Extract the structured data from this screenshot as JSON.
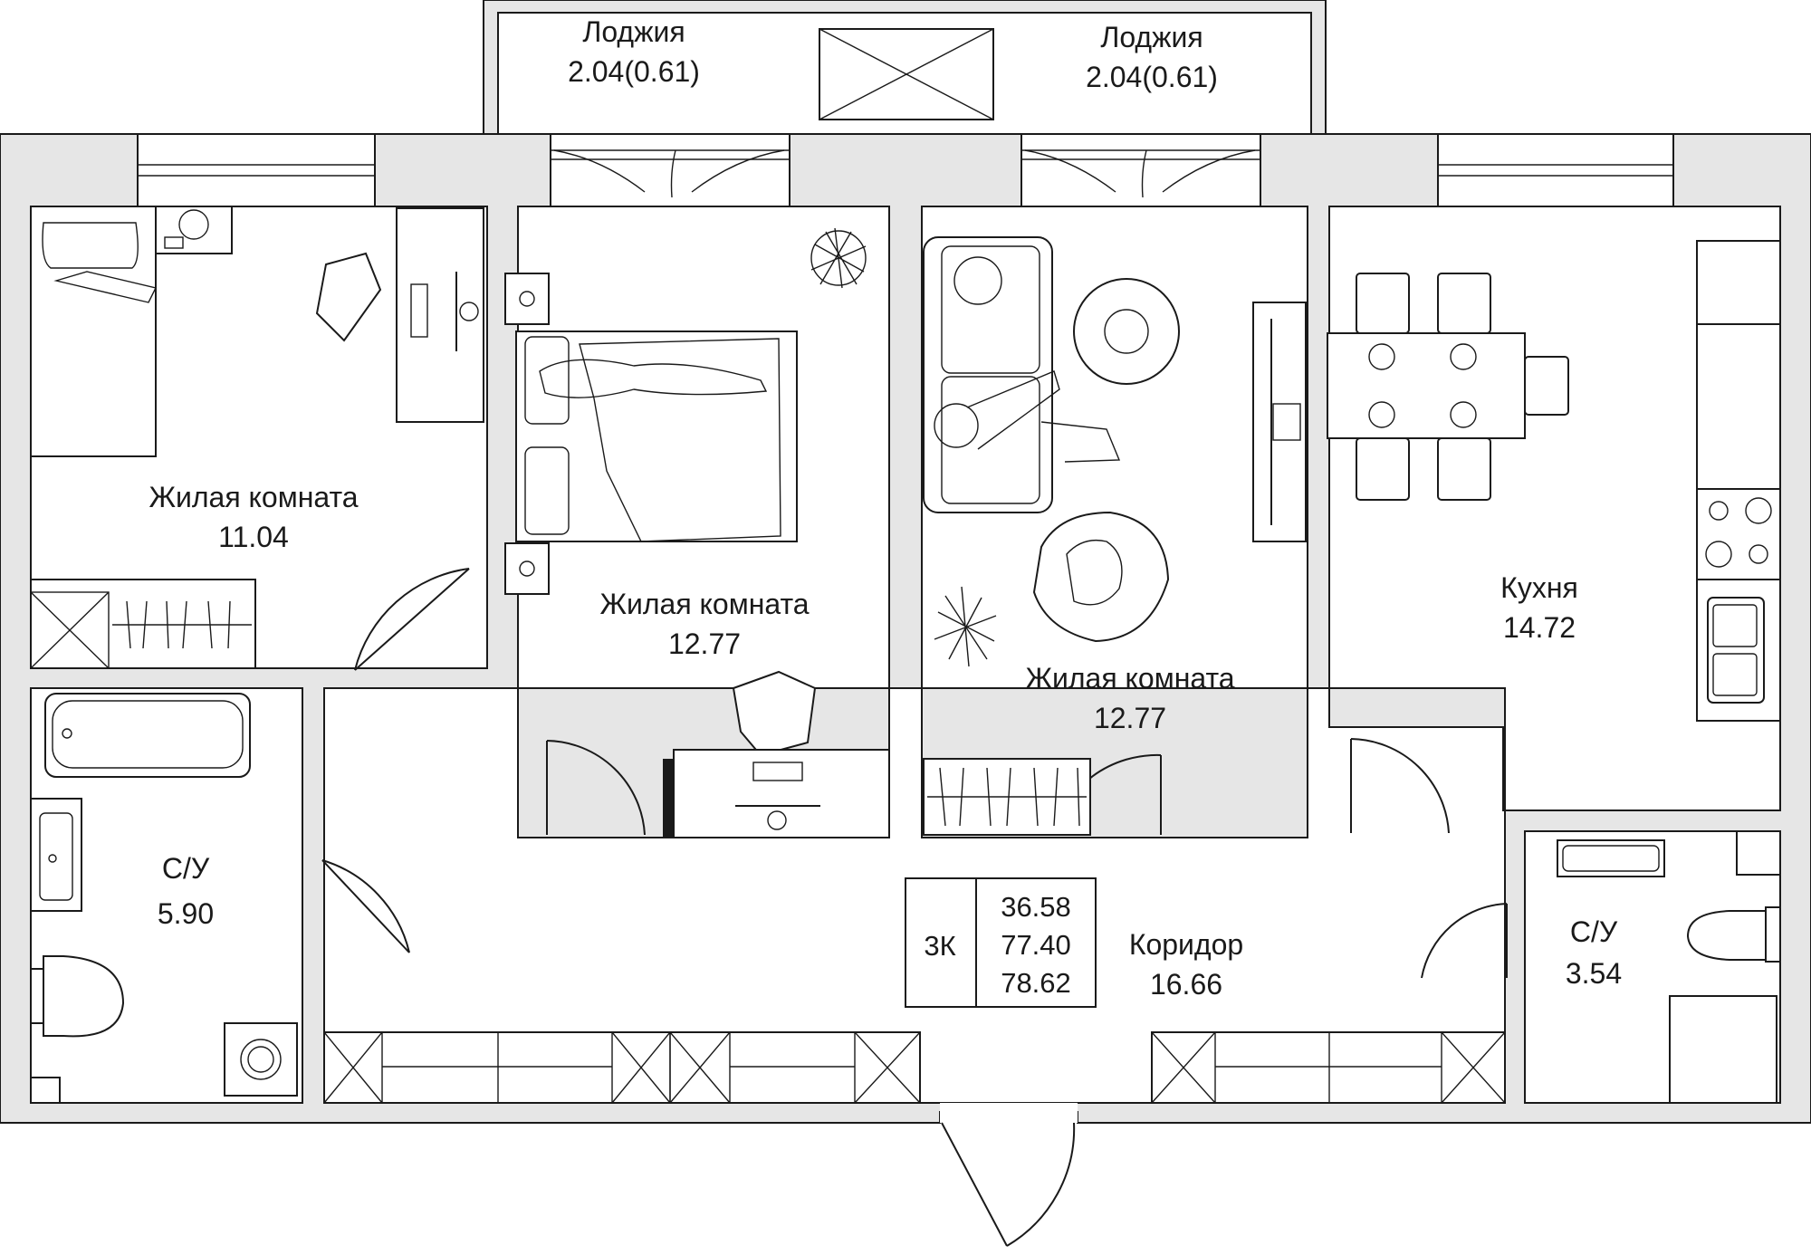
{
  "rooms": [
    {
      "id": "bedroom-1",
      "name": "Жилая комната",
      "area": "11.04"
    },
    {
      "id": "bedroom-2",
      "name": "Жилая комната",
      "area": "12.77"
    },
    {
      "id": "living-room",
      "name": "Жилая комната",
      "area": "12.77"
    },
    {
      "id": "kitchen",
      "name": "Кухня",
      "area": "14.72"
    },
    {
      "id": "bathroom-1",
      "name": "С/У",
      "area": "5.90"
    },
    {
      "id": "bathroom-2",
      "name": "С/У",
      "area": "3.54"
    },
    {
      "id": "corridor",
      "name": "Коридор",
      "area": "16.66"
    }
  ],
  "loggias": [
    {
      "name": "Лоджия",
      "area": "2.04(0.61)"
    },
    {
      "name": "Лоджия",
      "area": "2.04(0.61)"
    }
  ],
  "summary": {
    "type": "3К",
    "living_area": "36.58",
    "total_area": "77.40",
    "total_with_loggia": "78.62"
  },
  "colors": {
    "wall": "#e6e6e6",
    "line": "#1a1a1a",
    "background": "#ffffff"
  }
}
